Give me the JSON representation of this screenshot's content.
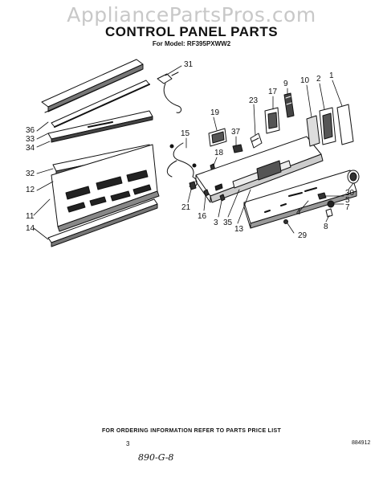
{
  "watermark": "AppliancePartsPros.com",
  "title": "CONTROL PANEL PARTS",
  "model_line": "For Model: RF395PXWW2",
  "callouts": [
    "31",
    "36",
    "33",
    "34",
    "32",
    "12",
    "11",
    "14",
    "19",
    "15",
    "18",
    "37",
    "21",
    "16",
    "3",
    "35",
    "13",
    "23",
    "17",
    "9",
    "10",
    "2",
    "1",
    "30",
    "5",
    "7",
    "8",
    "4",
    "29"
  ],
  "footer": {
    "ordering_note": "FOR ORDERING INFORMATION REFER TO PARTS PRICE LIST",
    "page_number": "3",
    "doc_code": "884912",
    "handwritten_note": "890-G-8"
  }
}
